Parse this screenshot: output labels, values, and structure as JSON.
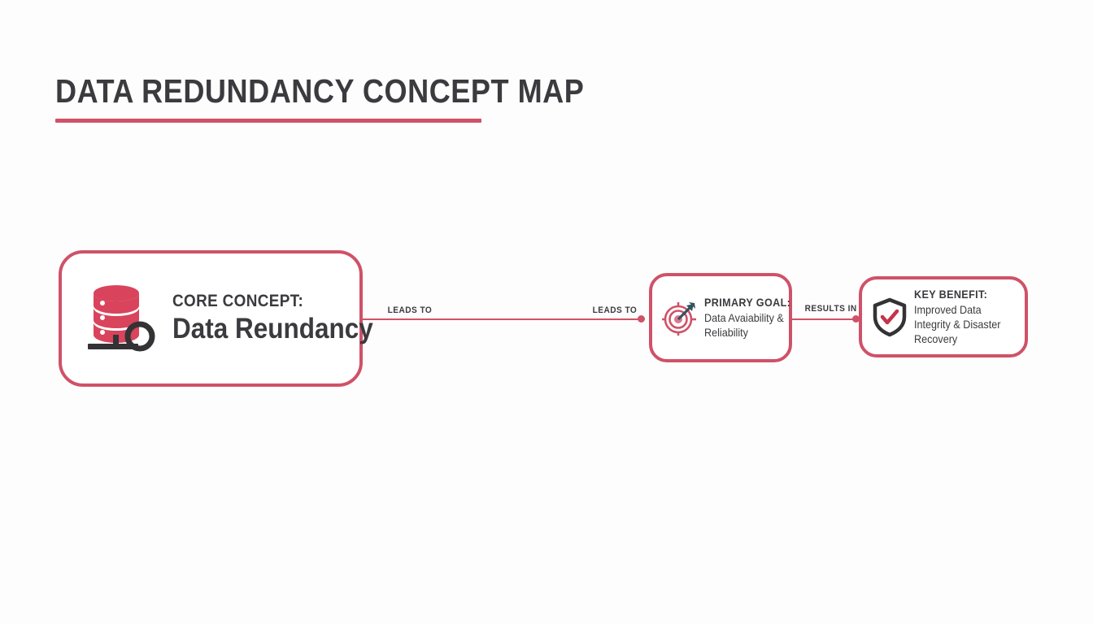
{
  "page": {
    "title": "DATA REDUNDANCY CONCEPT MAP",
    "background_color": "#fdfdfd",
    "accent_color": "#cf5268",
    "text_color": "#3b3b3f"
  },
  "nodes": [
    {
      "id": "core-concept",
      "icon": "database-search-icon",
      "kicker": "CORE CONCEPT:",
      "body": "Data Reundancy"
    },
    {
      "id": "primary-goal",
      "icon": "target-arrow-icon",
      "kicker": "PRIMARY GOAL:",
      "body": "Data Avaiability & Reliability"
    },
    {
      "id": "key-benefit",
      "icon": "shield-check-icon",
      "kicker": "KEY BENEFIT:",
      "body": "Improved Data Integrity & Disaster Recovery"
    }
  ],
  "connectors": [
    {
      "id": "core-to-goal-a",
      "label": "LEADS TO"
    },
    {
      "id": "core-to-goal-b",
      "label": "LEADS TO"
    },
    {
      "id": "goal-to-benefit",
      "label": "RESULTS IN"
    }
  ]
}
